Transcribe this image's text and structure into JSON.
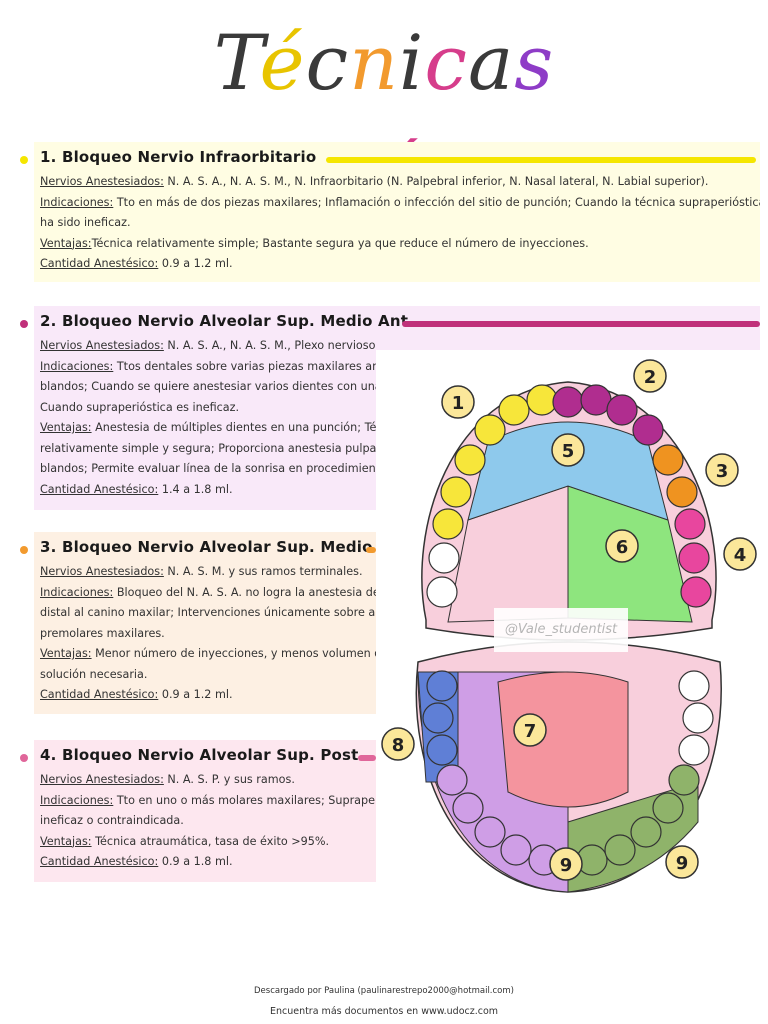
{
  "title": "Técnicas Anestésicas",
  "title_colors": [
    "#3a3a3a",
    "#e8c400",
    "#3a3a3a",
    "#f29a2e",
    "#3a3a3a",
    "#d63d8b",
    "#3a3a3a",
    "#8e3cc7",
    "#3a3a3a",
    "#4aa2e0",
    "#3a3a3a",
    "#e8c400",
    "#f29a2e",
    "#3a3a3a",
    "#d63d8b",
    "#3a3a3a",
    "#7bc86c",
    "#3a3a3a",
    "#4aa2e0",
    "#3a3a3a"
  ],
  "cards": [
    {
      "heading": "1. Bloqueo Nervio Infraorbitario",
      "accent": "#f5e600",
      "lines": [
        {
          "label": "Nervios Anestesiados:",
          "text": " N. A. S. A., N. A. S. M., N. Infraorbitario (N. Palpebral inferior, N. Nasal lateral, N. Labial superior)."
        },
        {
          "label": "Indicaciones:",
          "text": " Tto en más de dos piezas maxilares; Inflamación o infección del sitio de punción; Cuando la técnica supraperióstica"
        },
        {
          "label": "",
          "text": "ha sido ineficaz."
        },
        {
          "label": "Ventajas:",
          "text": "Técnica relativamente simple; Bastante segura ya que reduce el número de inyecciones."
        },
        {
          "label": "Cantidad Anestésico:",
          "text": " 0.9 a 1.2 ml."
        }
      ]
    },
    {
      "heading": "2. Bloqueo Nervio Alveolar Sup. Medio Ant.",
      "accent": "#c0307a",
      "lines": [
        {
          "label": "Nervios Anestesiados:",
          "text": " N. A. S. A., N. A. S. M., Plexo nervioso dental subneural de estos mismos nervios."
        },
        {
          "label": "Indicaciones:",
          "text": " Ttos dentales sobre varias piezas maxilares anteriores y tejidos"
        },
        {
          "label": "",
          "text": "blandos;  Cuando se quiere anestesiar varios dientes con una sola punción;"
        },
        {
          "label": "",
          "text": "Cuando supraperióstica es ineficaz."
        },
        {
          "label": "Ventajas:",
          "text": " Anestesia de múltiples dientes en una punción; Técnica"
        },
        {
          "label": "",
          "text": "relativamente simple y segura; Proporciona anestesia pulpar y de tejidos"
        },
        {
          "label": "",
          "text": "blandos; Permite evaluar línea de la sonrisa en procedimientos estéticos."
        },
        {
          "label": "Cantidad Anestésico:",
          "text": " 1.4 a 1.8 ml."
        }
      ]
    },
    {
      "heading": "3. Bloqueo Nervio Alveolar Sup. Medio",
      "accent": "#f29a2e",
      "lines": [
        {
          "label": "Nervios Anestesiados:",
          "text": " N. A. S. M. y sus ramos terminales."
        },
        {
          "label": "Indicaciones:",
          "text": " Bloqueo del N. A. S. A. no logra la anestesia del pulpar"
        },
        {
          "label": "",
          "text": "distal al canino maxilar; Intervenciones únicamente sobre ambos"
        },
        {
          "label": "",
          "text": "premolares maxilares."
        },
        {
          "label": "Ventajas:",
          "text": " Menor número de inyecciones, y menos volumen de"
        },
        {
          "label": "",
          "text": "solución necesaria."
        },
        {
          "label": "Cantidad Anestésico:",
          "text": " 0.9 a 1.2 ml."
        }
      ]
    },
    {
      "heading": "4. Bloqueo Nervio Alveolar Sup. Post.",
      "accent": "#e0669a",
      "lines": [
        {
          "label": "Nervios Anestesiados:",
          "text": " N. A. S. P. y sus ramos."
        },
        {
          "label": "Indicaciones:",
          "text": " Tto en uno o más molares maxilares; Supraperióstica"
        },
        {
          "label": "",
          "text": "ineficaz o contraindicada."
        },
        {
          "label": "Ventajas:",
          "text": " Técnica atraumática, tasa de éxito >95%."
        },
        {
          "label": "Cantidad Anestésico:",
          "text": " 0.9 a 1.8 ml."
        }
      ]
    }
  ],
  "figure": {
    "watermark": "@Vale_studentist",
    "badges": [
      "1",
      "2",
      "3",
      "4",
      "5",
      "6",
      "7",
      "8",
      "9",
      "9"
    ],
    "colors": {
      "zone1": "#f7e63a",
      "zone2": "#b02d8f",
      "zone3": "#ef9320",
      "zone4": "#e8469e",
      "zone5": "#8ec9ec",
      "zone6": "#8ee57e",
      "zone7": "#cf9ee6",
      "zone8": "#5f7fd6",
      "zone9": "#8fb36a",
      "pink": "#f8cfdc",
      "tongue": "#f4949e",
      "badge": "#fbe79a"
    }
  },
  "footer": {
    "line1": "Descargado por Paulina (paulinarestrepo2000@hotmail.com)",
    "line2": "Encuentra más documentos en www.udocz.com"
  }
}
